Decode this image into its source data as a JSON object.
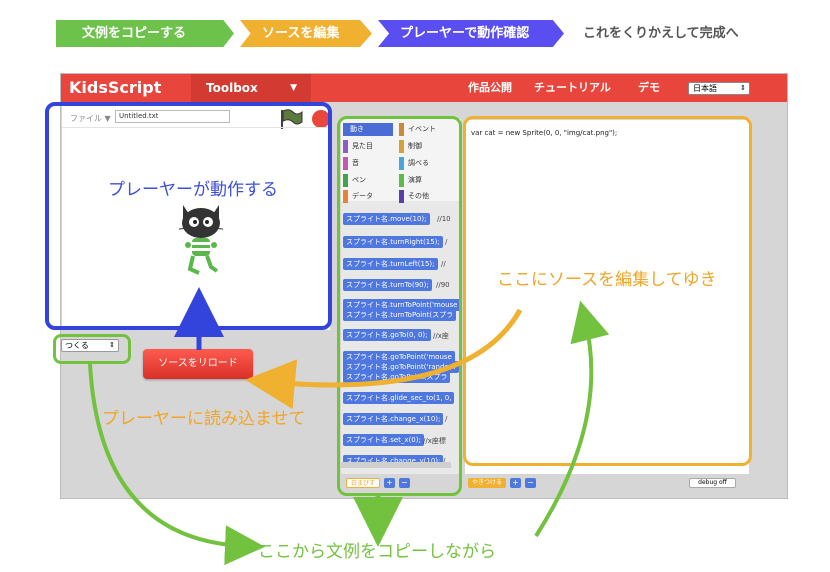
{
  "steps": [
    {
      "label": "文例をコピーする",
      "color": "#6cc24a"
    },
    {
      "label": "ソースを編集",
      "color": "#f0b030"
    },
    {
      "label": "プレーヤーで動作確認",
      "color": "#5b4ef0"
    },
    {
      "label": "これをくりかえして完成へ",
      "color": "#555555"
    }
  ],
  "app": {
    "logo": "KidsScript",
    "toolbox_label": "Toolbox",
    "nav": [
      "作品公開",
      "チュートリアル",
      "デモ"
    ],
    "language": "日本語",
    "file_label": "ファイル ▼",
    "file_name": "Untitled.txt",
    "project_select": "つくる",
    "reload_button": "ソースをリロード",
    "categories": [
      {
        "label": "動き",
        "color": "#4a6cd4",
        "active": true
      },
      {
        "label": "イベント",
        "color": "#c88a3a"
      },
      {
        "label": "見た目",
        "color": "#8a5ec8"
      },
      {
        "label": "制御",
        "color": "#d7a13a"
      },
      {
        "label": "音",
        "color": "#c556b5"
      },
      {
        "label": "調べる",
        "color": "#4aa5d8"
      },
      {
        "label": "ペン",
        "color": "#3fa34d"
      },
      {
        "label": "演算",
        "color": "#5dbb4a"
      },
      {
        "label": "データ",
        "color": "#e8823a"
      },
      {
        "label": "その他",
        "color": "#5a3ea8"
      }
    ],
    "blocks": [
      {
        "code": "スプライト名.move(10);",
        "comment": "//10"
      },
      {
        "code": "スプライト名.turnRight(15);",
        "comment": "/"
      },
      {
        "code": "スプライト名.turnLeft(15);",
        "comment": "//"
      },
      {
        "code": "スプライト名.turnTo(90);",
        "comment": "//90"
      },
      {
        "code": "スプライト名.turnToPoint('mouse",
        "comment": ""
      },
      {
        "code": "スプライト名.turnToPoint(スプラ",
        "comment": ""
      },
      {
        "code": "スプライト名.goTo(0, 0);",
        "comment": "//x座"
      },
      {
        "code": "スプライト名.goToPoint('mouse",
        "comment": ""
      },
      {
        "code": "スプライト名.goToPoint('random",
        "comment": ""
      },
      {
        "code": "スプライト名.goToPoint(スプラ",
        "comment": ""
      },
      {
        "code": "スプライト名.glide_sec_to(1, 0,",
        "comment": ""
      },
      {
        "code": "スプライト名.change_x(10);",
        "comment": "/"
      },
      {
        "code": "スプライト名.set_x(0);",
        "comment": "//x座標"
      },
      {
        "code": "スプライト名.change_y(10);",
        "comment": "/"
      }
    ],
    "blocks_footer": "白まびす",
    "editor_code": "var cat = new Sprite(0, 0, \"img/cat.png\");",
    "editor_footer": "やきつける",
    "plus": "+",
    "minus": "−",
    "debug_button": "debug off"
  },
  "annotations": {
    "player": "プレーヤーが動作する",
    "edit": "ここにソースを編集してゆき",
    "load": "プレーヤーに読み込ませて",
    "copy": "ここから文例をコピーしながら"
  },
  "colors": {
    "accent_red": "#e8453c",
    "blue": "#3344dd",
    "green": "#73c23f",
    "orange": "#f0b030"
  }
}
